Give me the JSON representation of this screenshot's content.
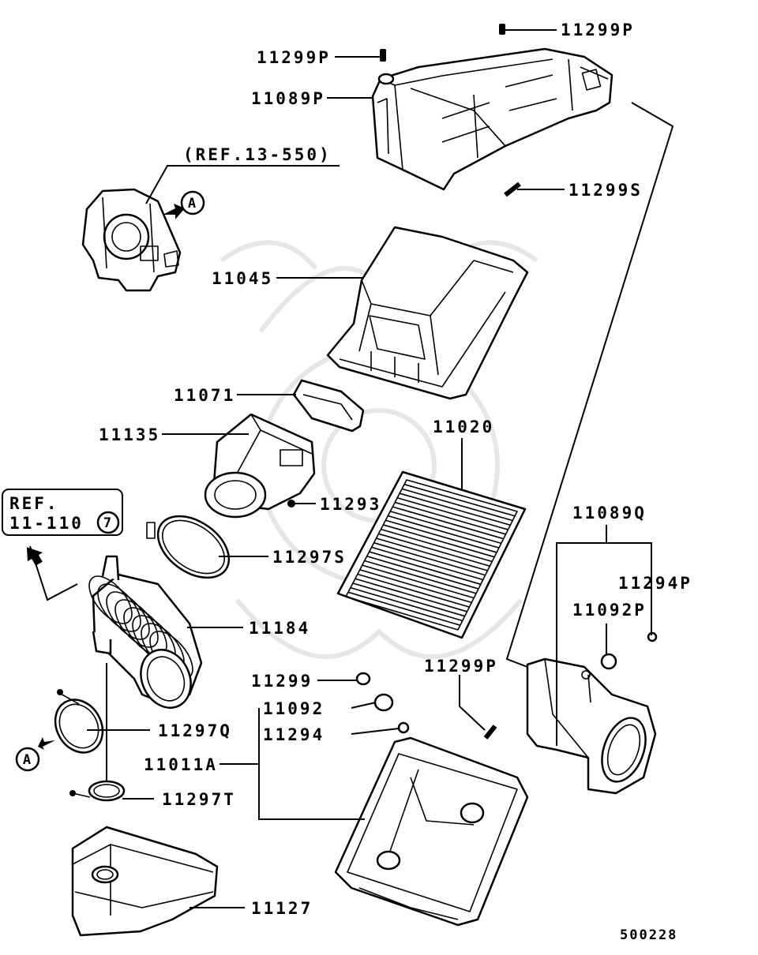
{
  "callouts": {
    "p11299P_top": "11299P",
    "p11299P_left": "11299P",
    "p11089P": "11089P",
    "ref_13_550": "(REF.13-550)",
    "marker_a_top": "A",
    "p11299S": "11299S",
    "p11045": "11045",
    "p11071": "11071",
    "p11135": "11135",
    "p11020": "11020",
    "ref_box_line1": "REF.",
    "ref_box_line2": "11-110",
    "ref_box_num": "7",
    "p11293": "11293",
    "p11297S": "11297S",
    "p11089Q": "11089Q",
    "p11294P": "11294P",
    "p11092P": "11092P",
    "p11184": "11184",
    "p11299P_mid": "11299P",
    "p11299": "11299",
    "p11092": "11092",
    "p11294": "11294",
    "p11297Q": "11297Q",
    "marker_a_bottom": "A",
    "p11011A": "11011A",
    "p11297T": "11297T",
    "p11127": "11127",
    "diagram_code": "500228"
  }
}
